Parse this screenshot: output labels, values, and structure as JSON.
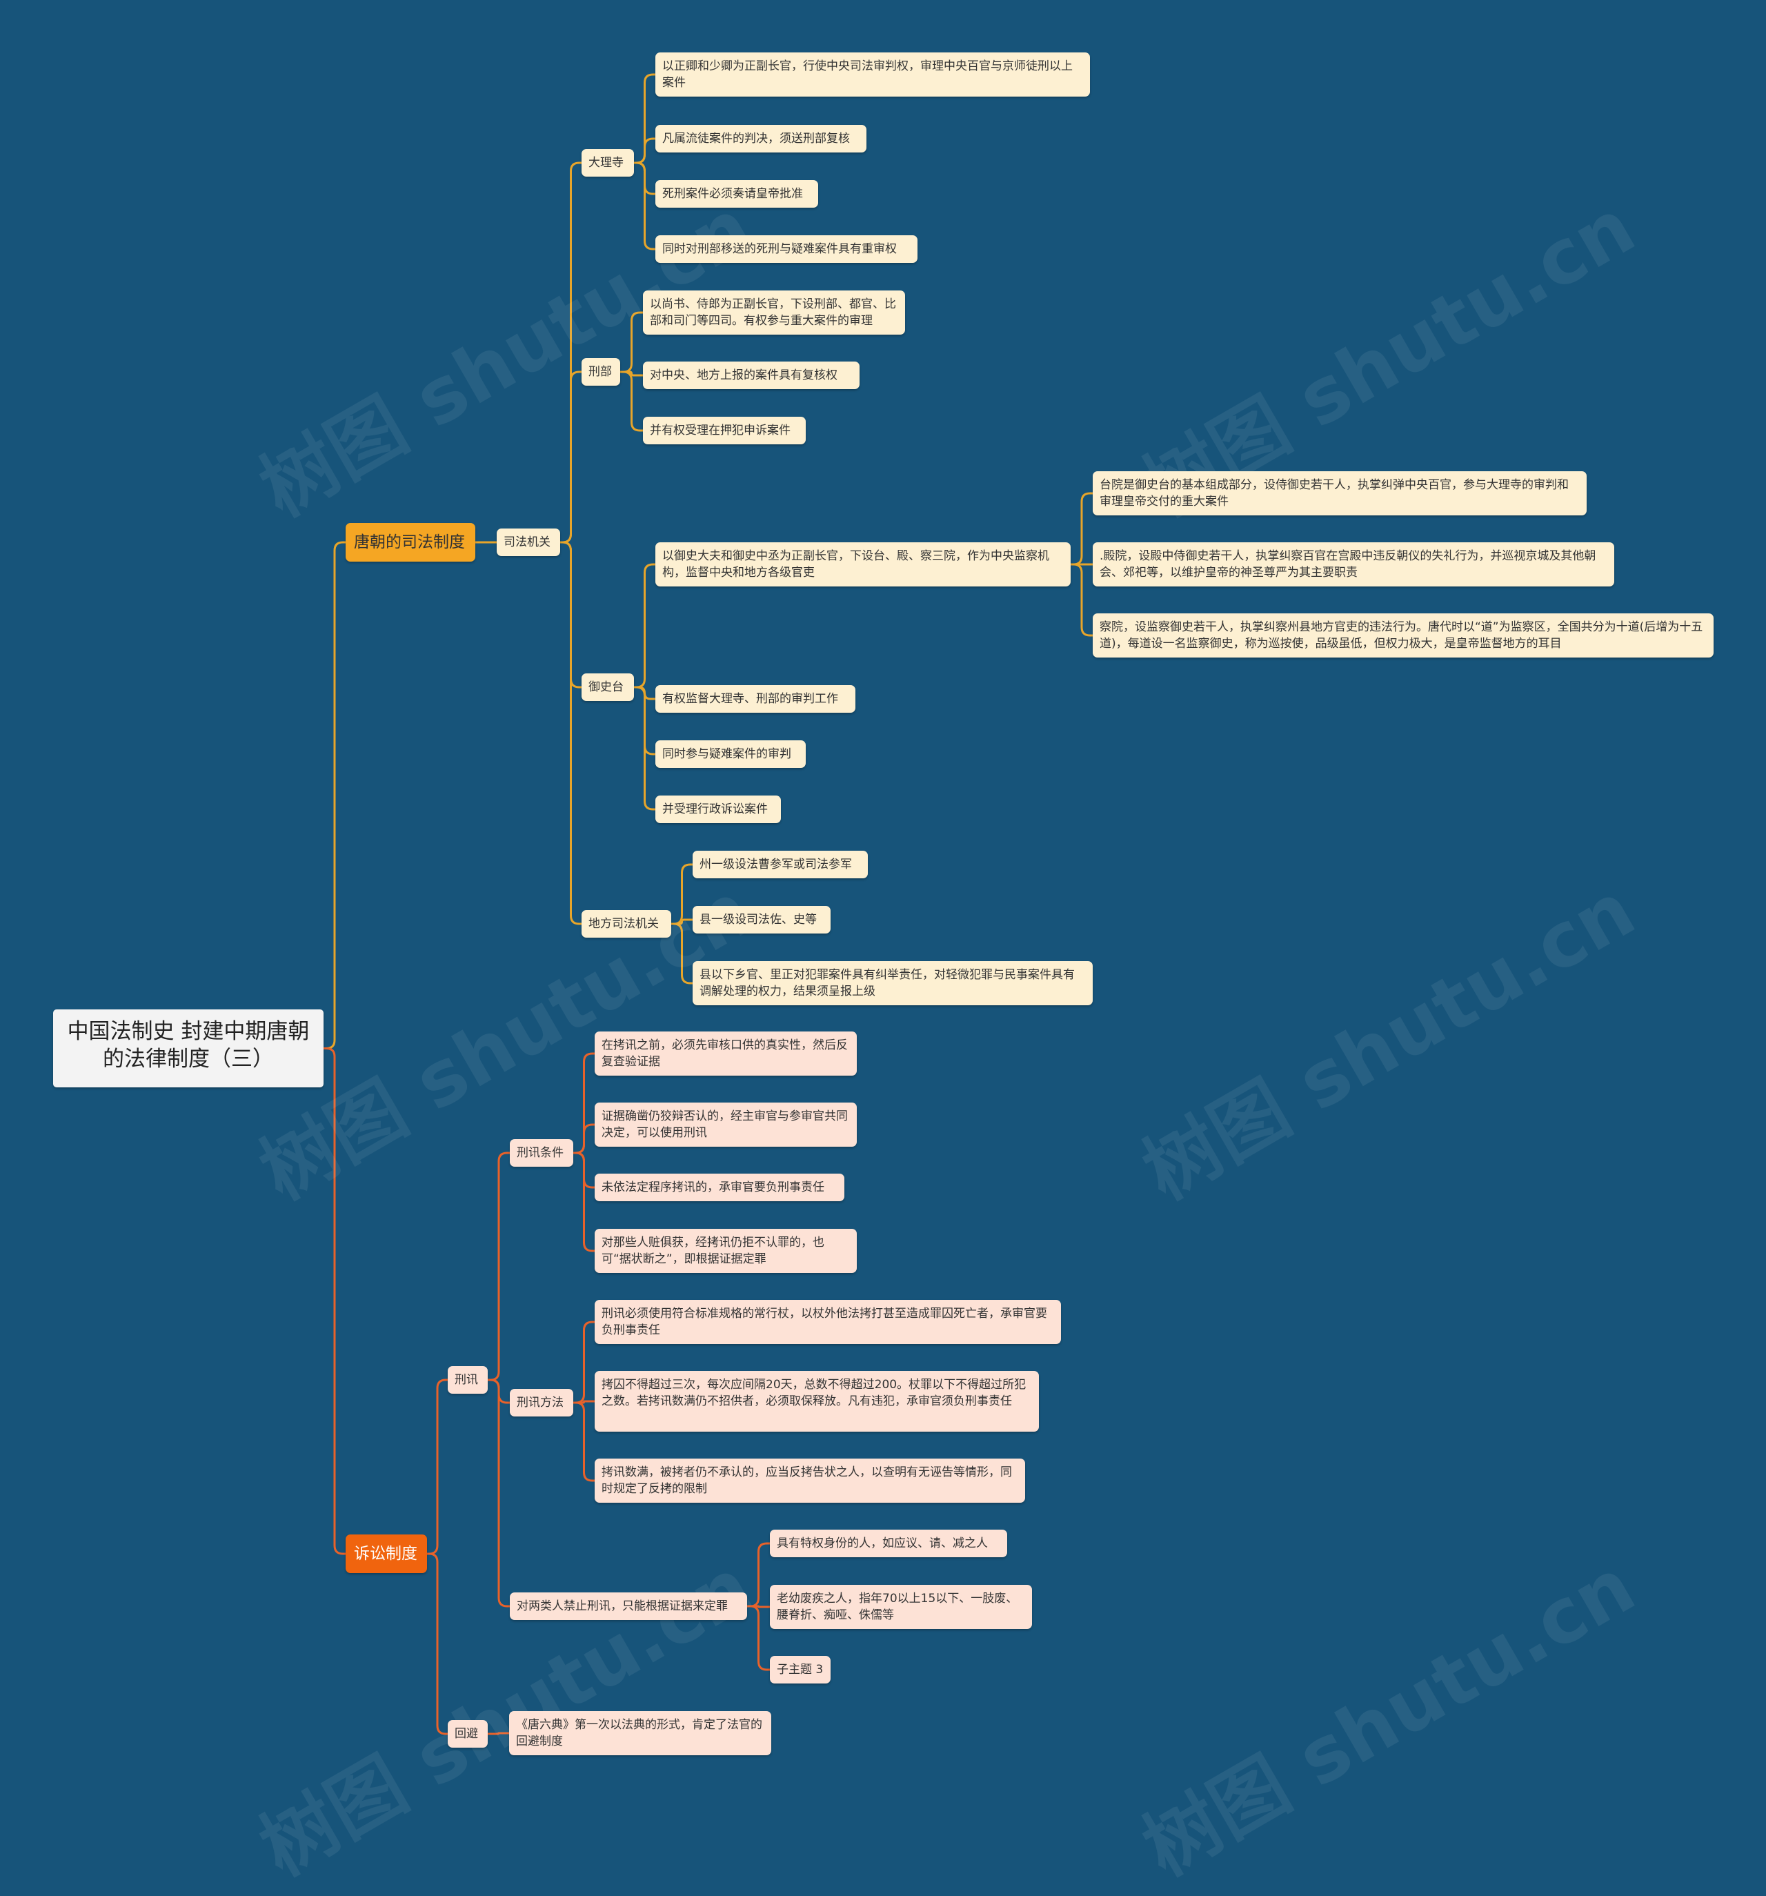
{
  "colors": {
    "background": "#17547a",
    "branch_judicial": "#f5a623",
    "branch_litigation": "#f0640e",
    "line_judicial": "#e7a52a",
    "line_litigation": "#e8622a",
    "leaf_judicial": "#fdf0d2",
    "leaf_litigation": "#fde2d6"
  },
  "watermark": "树图 shutu.cn",
  "root": "中国法制史  封建中期唐朝的法律制度（三）",
  "judicial": {
    "label": "唐朝的司法制度",
    "organs": {
      "label": "司法机关",
      "dalisi": {
        "label": "大理寺",
        "items": [
          "以正卿和少卿为正副长官，行使中央司法审判权，审理中央百官与京师徒刑以上案件",
          "凡属流徒案件的判决，须送刑部复核",
          "死刑案件必须奏请皇帝批准",
          "同时对刑部移送的死刑与疑难案件具有重审权"
        ]
      },
      "xingbu": {
        "label": "刑部",
        "items": [
          "以尚书、侍郎为正副长官，下设刑部、都官、比部和司门等四司。有权参与重大案件的审理",
          "对中央、地方上报的案件具有复核权",
          "并有权受理在押犯申诉案件"
        ]
      },
      "yushitai": {
        "label": "御史台",
        "head": {
          "label": "以御史大夫和御史中丞为正副长官，下设台、殿、察三院，作为中央监察机构，监督中央和地方各级官吏",
          "items": [
            "台院是御史台的基本组成部分，设侍御史若干人，执掌纠弹中央百官，参与大理寺的审判和审理皇帝交付的重大案件",
            ".殿院，设殿中侍御史若干人，执掌纠察百官在宫殿中违反朝仪的失礼行为，并巡视京城及其他朝会、郊祀等，以维护皇帝的神圣尊严为其主要职责",
            "察院，设监察御史若干人，执掌纠察州县地方官吏的违法行为。唐代时以“道”为监察区，全国共分为十道(后增为十五道)，每道设一名监察御史，称为巡按使，品级虽低，但权力极大，是皇帝监督地方的耳目"
          ]
        },
        "items": [
          "有权监督大理寺、刑部的审判工作",
          "同时参与疑难案件的审判",
          "并受理行政诉讼案件"
        ]
      },
      "local": {
        "label": "地方司法机关",
        "items": [
          "州一级设法曹参军或司法参军",
          "县一级设司法佐、史等",
          "县以下乡官、里正对犯罪案件具有纠举责任，对轻微犯罪与民事案件具有调解处理的权力，结果须呈报上级"
        ]
      }
    }
  },
  "litigation": {
    "label": "诉讼制度",
    "xingxun": {
      "label": "刑讯",
      "conditions": {
        "label": "刑讯条件",
        "items": [
          "在拷讯之前，必须先审核口供的真实性，然后反复查验证据",
          "证据确凿仍狡辩否认的，经主审官与参审官共同决定，可以使用刑讯",
          "未依法定程序拷讯的，承审官要负刑事责任",
          "对那些人赃俱获，经拷讯仍拒不认罪的，也可“据状断之”，即根据证据定罪"
        ]
      },
      "methods": {
        "label": "刑讯方法",
        "items": [
          "刑讯必须使用符合标准规格的常行杖，以杖外他法拷打甚至造成罪囚死亡者，承审官要负刑事责任",
          "拷囚不得超过三次，每次应间隔20天，总数不得超过200。杖罪以下不得超过所犯之数。若拷讯数满仍不招供者，必须取保释放。凡有违犯，承审官须负刑事责任",
          "拷讯数满，被拷者仍不承认的，应当反拷告状之人，以查明有无诬告等情形，同时规定了反拷的限制"
        ]
      },
      "forbidden": {
        "label": "对两类人禁止刑讯，只能根据证据来定罪",
        "items": [
          "具有特权身份的人，如应议、请、减之人",
          "老幼废疾之人，指年70以上15以下、一肢废、腰脊折、痴哑、侏儒等",
          "子主题 3"
        ]
      }
    },
    "huibi": {
      "label": "回避",
      "items": [
        "《唐六典》第一次以法典的形式，肯定了法官的回避制度"
      ]
    }
  }
}
